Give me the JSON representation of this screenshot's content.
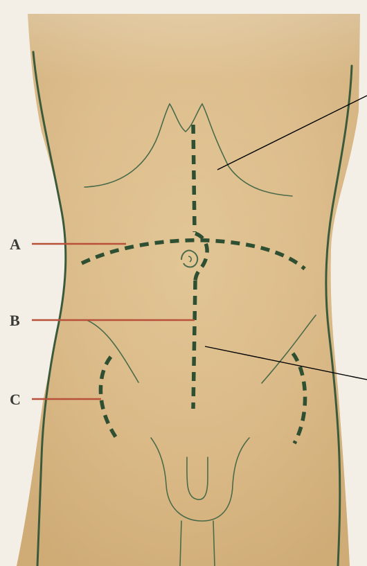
{
  "colors": {
    "skin": "#d9b886",
    "skin_light": "#e9d3a9",
    "outline": "#3b5a3c",
    "incision": "#2f4f32",
    "leader": "#b8503a",
    "pointer": "#000000"
  },
  "labels": {
    "a": "A",
    "b": "B",
    "c": "C"
  },
  "incisions": [
    {
      "id": "a",
      "label": "A",
      "kind": "transverse"
    },
    {
      "id": "b",
      "label": "B",
      "kind": "midline"
    },
    {
      "id": "c",
      "label": "C",
      "kind": "flank"
    }
  ]
}
